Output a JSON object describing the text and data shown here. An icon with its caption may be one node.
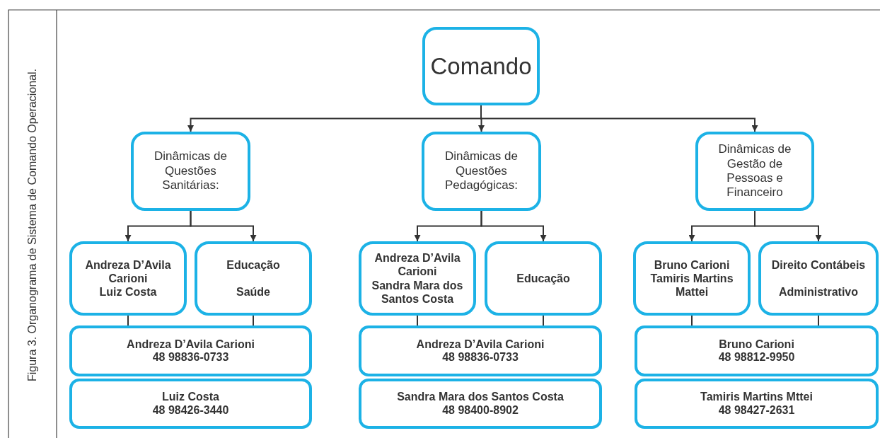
{
  "diagram": {
    "caption": "Figura 3. Organograma de Sistema de Comando Operacional.",
    "nodes": [
      {
        "text": [
          "Comando"
        ]
      },
      {
        "text": [
          "Dinâmicas de Questões Sanitárias:"
        ]
      },
      {
        "text": [
          "Dinâmicas de Questões Pedagógicas:"
        ]
      },
      {
        "text": [
          "Dinâmicas de Gestão de Pessoas e Financeiro"
        ]
      },
      {
        "text": [
          "Andreza D’Avila Carioni",
          "Luiz Costa"
        ]
      },
      {
        "text": [
          "Educação",
          "Saúde"
        ]
      },
      {
        "text": [
          "Andreza D’Avila Carioni",
          "Sandra Mara dos Santos Costa"
        ]
      },
      {
        "text": [
          "Educação"
        ]
      },
      {
        "text": [
          "Bruno Carioni",
          "Tamiris Martins Mattei"
        ]
      },
      {
        "text": [
          "Direito Contábeis",
          "Administrativo"
        ]
      },
      {
        "text": [
          "Andreza D’Avila Carioni",
          "48 98836-0733"
        ]
      },
      {
        "text": [
          "Luiz Costa",
          "48 98426-3440"
        ]
      },
      {
        "text": [
          "Andreza D’Avila Carioni",
          "48 98836-0733"
        ]
      },
      {
        "text": [
          "Sandra Mara dos Santos Costa",
          "48 98400-8902"
        ]
      },
      {
        "text": [
          "Bruno Carioni",
          "48 98812-9950"
        ]
      },
      {
        "text": [
          "Tamiris Martins Mttei",
          "48 98427-2631"
        ]
      }
    ],
    "edges": [
      {
        "from": 0,
        "to": 1,
        "arrow": "to"
      },
      {
        "from": 0,
        "to": 2,
        "arrow": "to"
      },
      {
        "from": 0,
        "to": 3,
        "arrow": "to"
      },
      {
        "from": 1,
        "to": 4,
        "arrow": "to"
      },
      {
        "from": 1,
        "to": 5,
        "arrow": "to"
      },
      {
        "from": 2,
        "to": 6,
        "arrow": "to"
      },
      {
        "from": 2,
        "to": 7,
        "arrow": "to"
      },
      {
        "from": 3,
        "to": 8,
        "arrow": "to"
      },
      {
        "from": 3,
        "to": 9,
        "arrow": "to"
      },
      {
        "from": 4,
        "to": 10,
        "arrow": "none"
      },
      {
        "from": 5,
        "to": 10,
        "arrow": "none"
      },
      {
        "from": 6,
        "to": 12,
        "arrow": "none"
      },
      {
        "from": 7,
        "to": 12,
        "arrow": "none"
      },
      {
        "from": 8,
        "to": 14,
        "arrow": "none"
      },
      {
        "from": 9,
        "to": 14,
        "arrow": "none"
      }
    ]
  }
}
